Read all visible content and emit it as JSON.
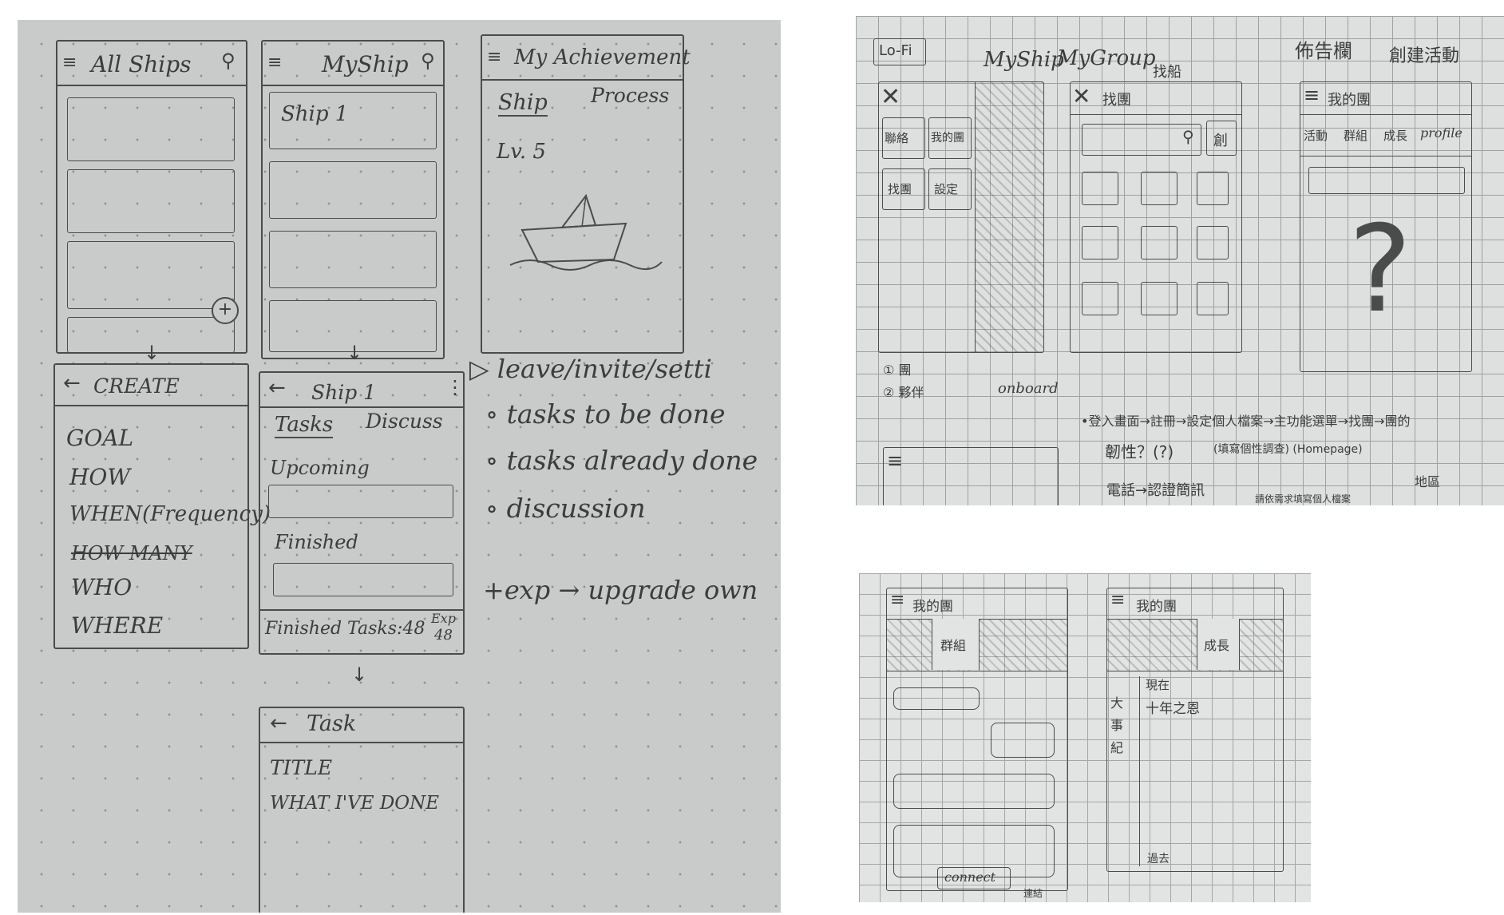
{
  "left_sketch": {
    "all_ships": {
      "title": "All Ships"
    },
    "myship": {
      "title": "MyShip",
      "item1": "Ship 1"
    },
    "achievement": {
      "title": "My Achievement",
      "tab_ship": "Ship",
      "tab_process": "Process",
      "level": "Lv. 5"
    },
    "create": {
      "back_title": "CREATE",
      "fields": [
        "GOAL",
        "HOW",
        "WHEN(Frequency)",
        "HOW MANY",
        "WHO",
        "WHERE"
      ]
    },
    "ship1": {
      "title": "Ship 1",
      "tab_tasks": "Tasks",
      "tab_discuss": "Discuss",
      "upcoming": "Upcoming",
      "finished": "Finished",
      "footer_tasks": "Finished Tasks:48",
      "footer_exp_label": "Exp",
      "footer_exp_value": "48"
    },
    "task": {
      "title": "Task",
      "field_title": "TITLE",
      "field_done": "WHAT I'VE DONE"
    },
    "notes": {
      "menu": "leave/invite/setti",
      "b1": "tasks to be done",
      "b2": "tasks already done",
      "b3": "discussion",
      "exp": "+exp → upgrade own"
    }
  },
  "right_top": {
    "lofi": "Lo-Fi",
    "header_myship": "MyShip",
    "header_mygroup": "MyGroup",
    "note_find": "找船",
    "note_board": "佈告欄",
    "note_create": "創建活動",
    "menu_tiles": [
      "聯絡",
      "我的團",
      "找團",
      "設定"
    ],
    "find_title": "找團",
    "find_create": "創",
    "mygroup_title": "我的團",
    "mygroup_tabs": [
      "活動",
      "群組",
      "成長",
      "profile"
    ],
    "onboard": "onboard",
    "legend_1": "團",
    "legend_2": "夥伴",
    "flow_line": "•登入畫面→註冊→設定個人檔案→主功能選單→找團→團的",
    "flow_sub": "(填寫個性調查)    (Homepage)",
    "region": "地區",
    "feature": "韌性？(?)",
    "phone": "電話→認證簡訊",
    "phone_sub": "請依需求填寫個人檔案"
  },
  "right_bottom": {
    "left_title": "我的團",
    "left_tab": "群組",
    "right_title": "我的團",
    "right_tab": "成長",
    "timeline_top": "現在",
    "timeline_note": "十年之恩",
    "timeline_side": "大事紀",
    "timeline_bottom": "過去",
    "connect": "connect",
    "connect_note": "連結"
  }
}
